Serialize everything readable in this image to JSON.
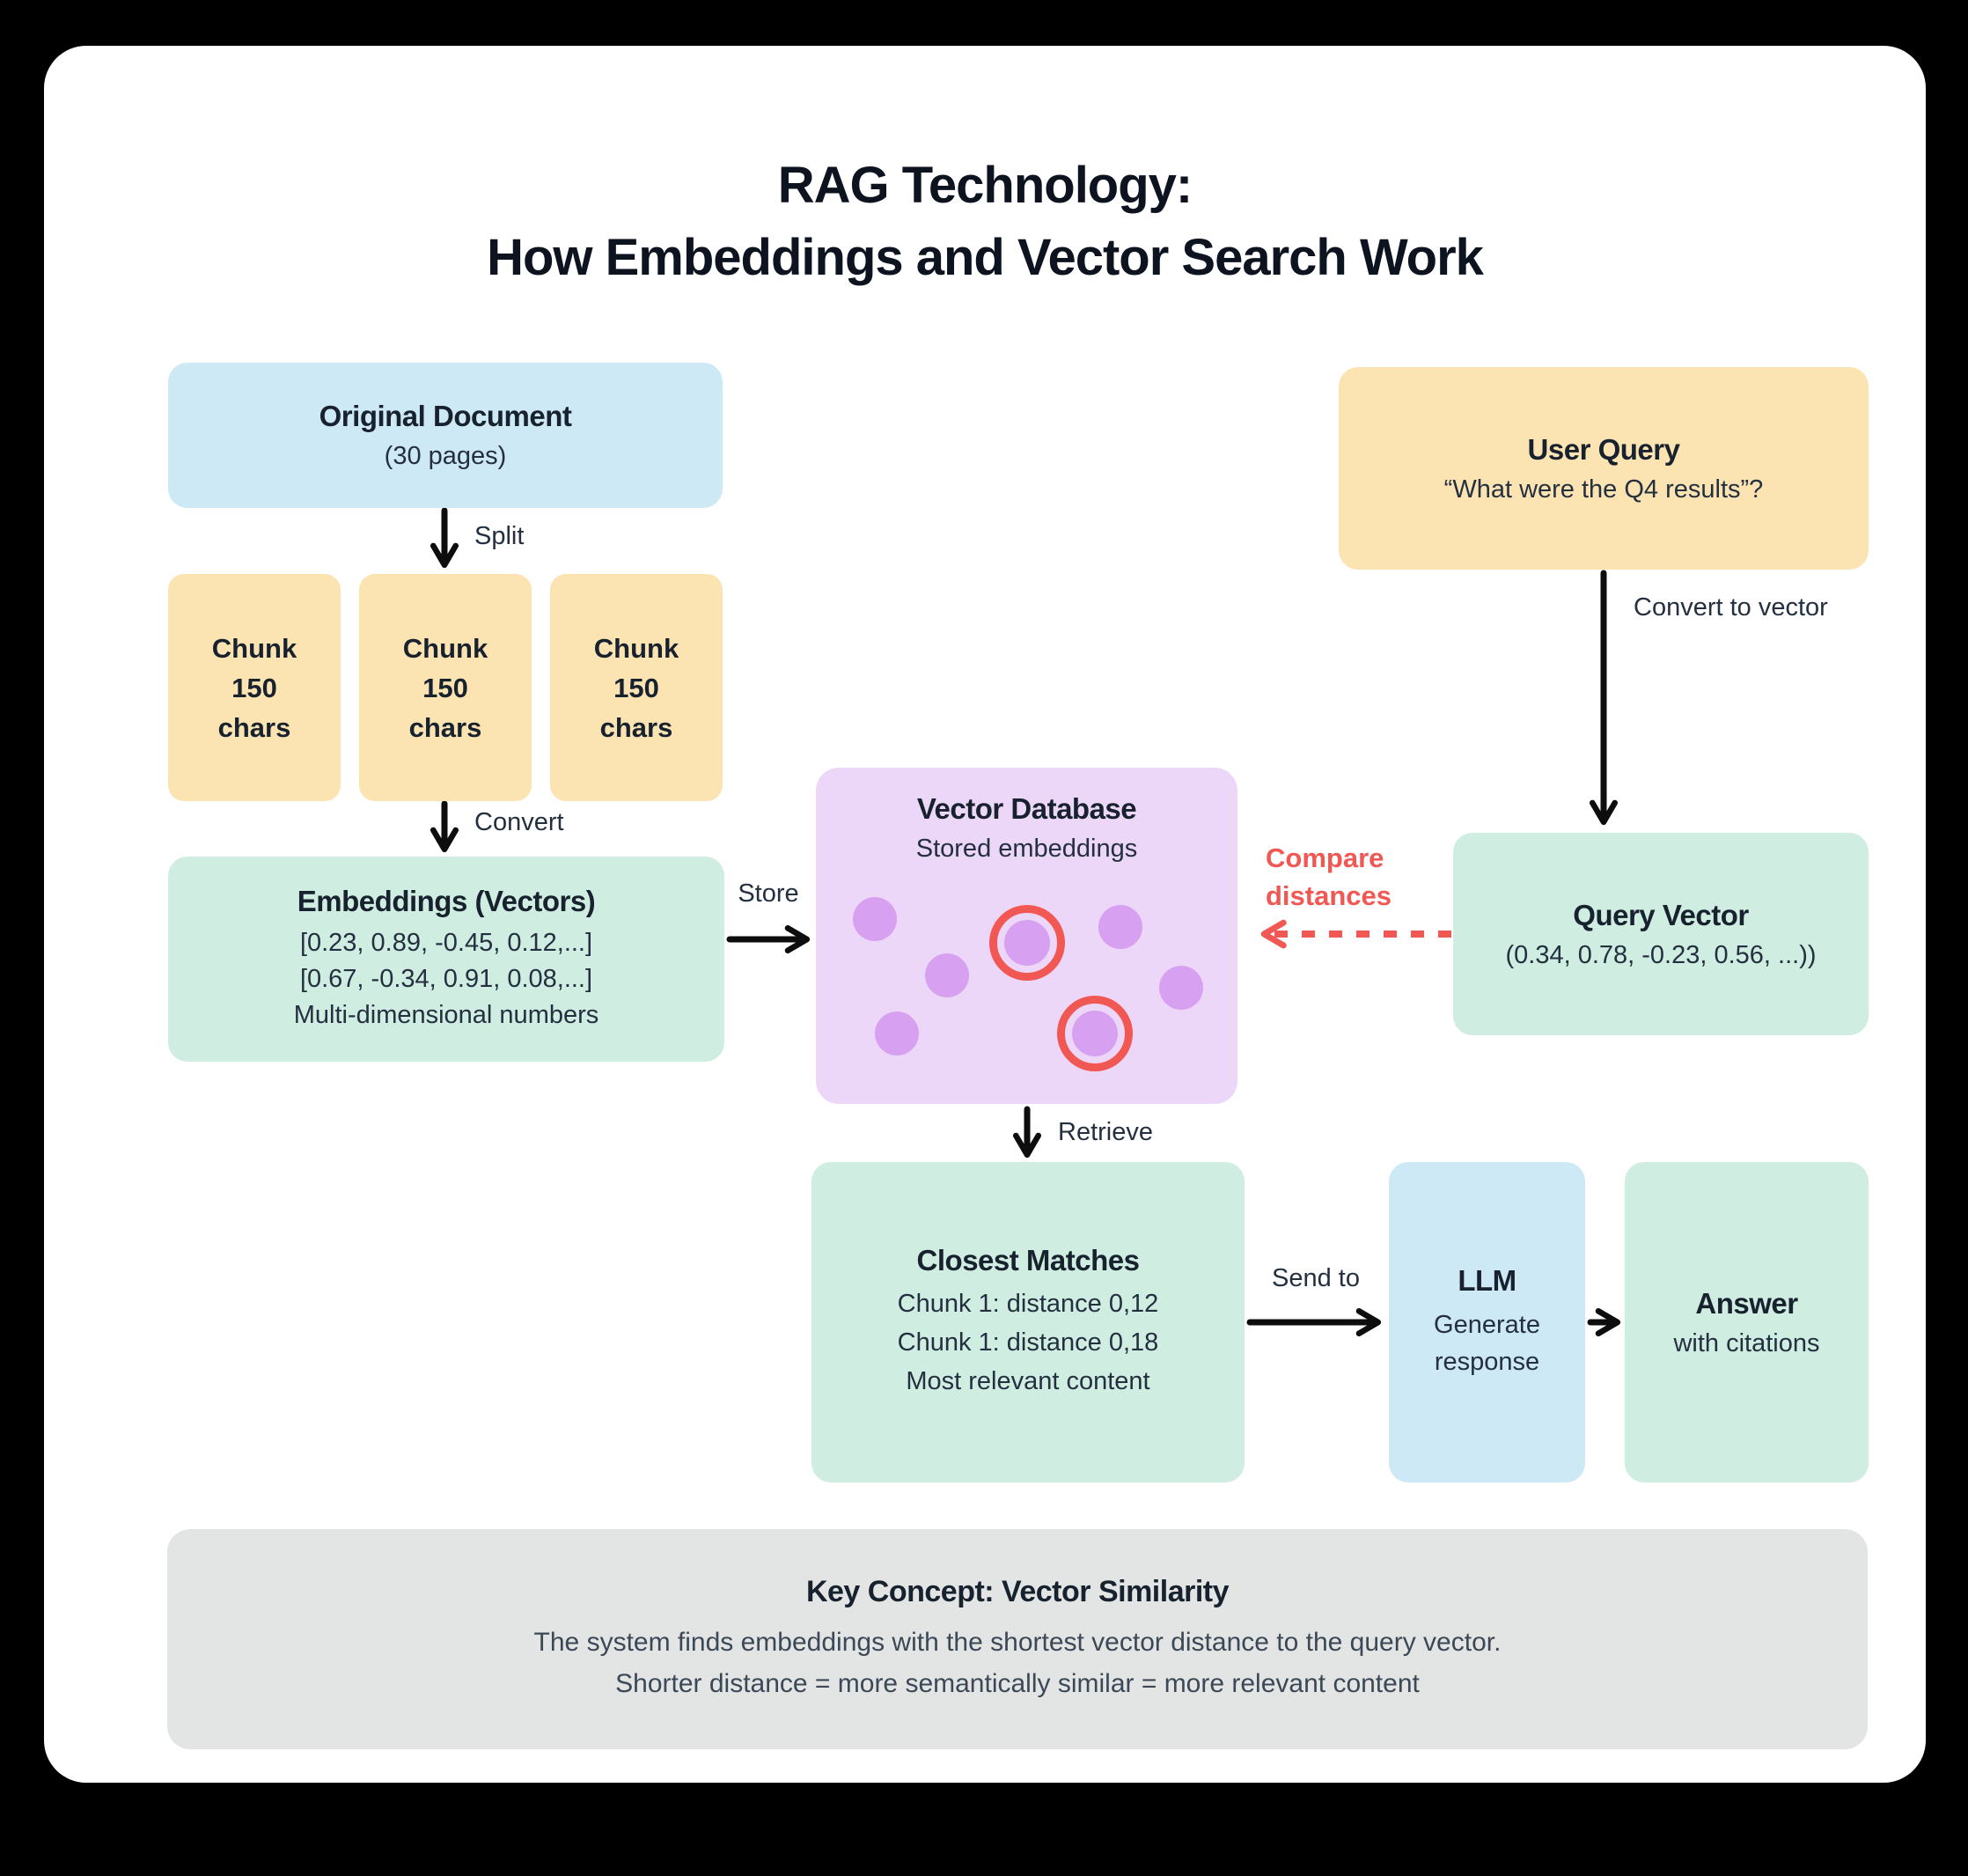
{
  "title": {
    "line1": "RAG Technology:",
    "line2": "How Embeddings and Vector Search Work"
  },
  "colors": {
    "background": "#000000",
    "card": "#ffffff",
    "blue_box": "#cde9f6",
    "yellow_box": "#fbe3b2",
    "mint_box": "#cfede0",
    "purple_box": "#edd7f8",
    "purple_dot": "#d7a0f0",
    "red_accent": "#f15853",
    "gray_box": "#e2e5e4",
    "text_dark": "#18222f"
  },
  "boxes": {
    "original_document": {
      "title": "Original Document",
      "subtitle": "(30 pages)"
    },
    "chunks": {
      "lines": [
        "Chunk",
        "150",
        "chars"
      ]
    },
    "embeddings": {
      "title": "Embeddings (Vectors)",
      "lines": [
        "[0.23, 0.89, -0.45, 0.12,...]",
        "[0.67, -0.34, 0.91, 0.08,...]",
        "Multi-dimensional numbers"
      ]
    },
    "vector_database": {
      "title": "Vector Database",
      "subtitle": "Stored embeddings"
    },
    "user_query": {
      "title": "User Query",
      "subtitle": "“What were the Q4 results”?"
    },
    "query_vector": {
      "title": "Query Vector",
      "subtitle": "(0.34, 0.78, -0.23, 0.56, ...))"
    },
    "closest_matches": {
      "title": "Closest Matches",
      "lines": [
        "Chunk 1: distance 0,12",
        "Chunk 1: distance 0,18",
        "Most relevant content"
      ]
    },
    "llm": {
      "title": "LLM",
      "subtitle": "Generate response"
    },
    "answer": {
      "title": "Answer",
      "subtitle": "with citations"
    },
    "key_concept": {
      "title": "Key Concept: Vector Similarity",
      "lines": [
        "The system finds embeddings with the shortest vector distance to the query vector.",
        "Shorter distance = more semantically similar = more relevant content"
      ]
    }
  },
  "labels": {
    "split": "Split",
    "convert": "Convert",
    "store": "Store",
    "retrieve": "Retrieve",
    "convert_to_vector": "Convert to vector",
    "compare_distances": "Compare distances",
    "send_to": "Send to"
  }
}
